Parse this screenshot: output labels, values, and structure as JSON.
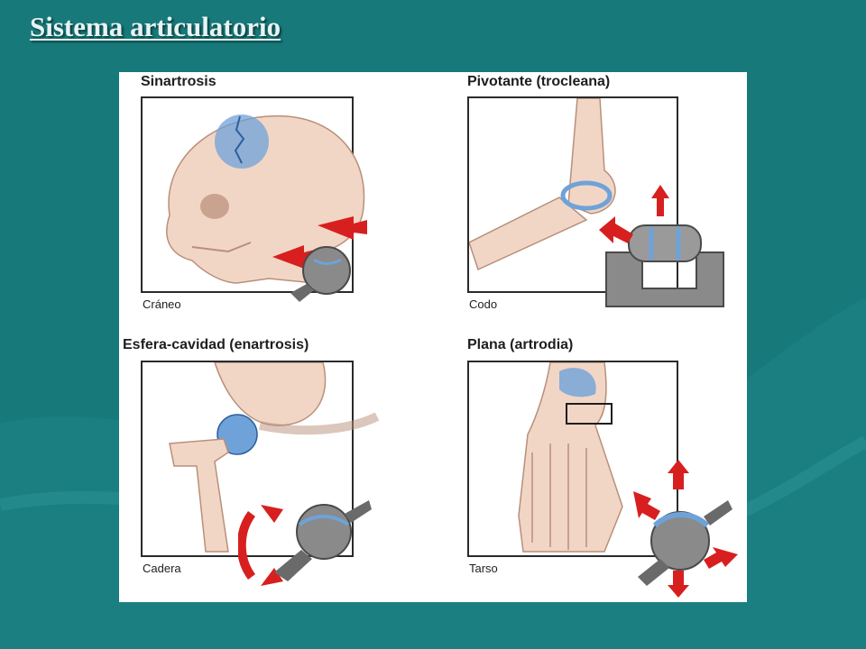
{
  "slide": {
    "title": "Sistema articulatorio"
  },
  "figure": {
    "panels": [
      {
        "heading": "Sinartrosis",
        "caption": "Cráneo"
      },
      {
        "heading": "Pivotante (trocleana)",
        "caption": "Codo"
      },
      {
        "heading": "Esfera-cavidad (enartrosis)",
        "caption": "Cadera"
      },
      {
        "heading": "Plana (artrodia)",
        "caption": "Tarso"
      }
    ]
  },
  "colors": {
    "background": "#17797a",
    "bone": "#f1d6c6",
    "joint_blue": "#6fa2d8",
    "arrow_red": "#d81f1f",
    "model_gray": "#7d7d7d"
  },
  "icons": [
    "skull-illustration",
    "elbow-illustration",
    "hip-illustration",
    "foot-illustration",
    "joint-model-icon",
    "red-arrow-icon"
  ]
}
